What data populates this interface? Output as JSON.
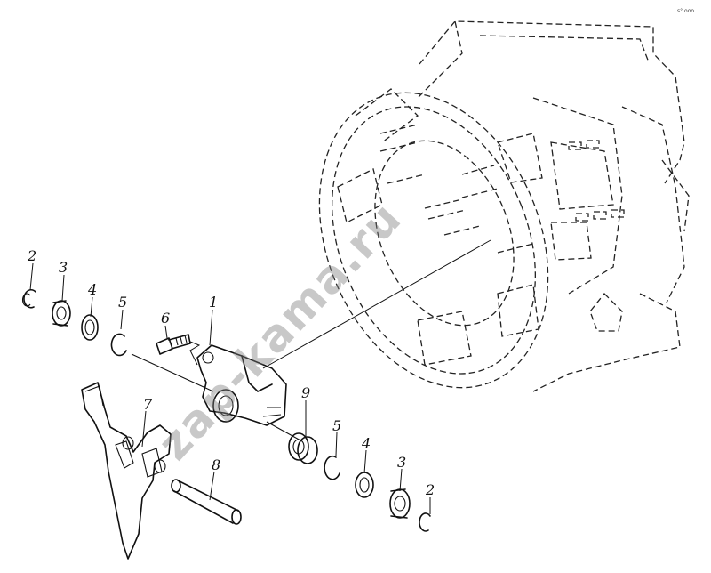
{
  "diagram": {
    "corner_mark": "s° ooo",
    "watermark": "zap-kama.ru",
    "callouts": [
      {
        "id": "c1",
        "text": "1"
      },
      {
        "id": "c2a",
        "text": "2"
      },
      {
        "id": "c2b",
        "text": "2"
      },
      {
        "id": "c3a",
        "text": "3"
      },
      {
        "id": "c3b",
        "text": "3"
      },
      {
        "id": "c4a",
        "text": "4"
      },
      {
        "id": "c4b",
        "text": "4"
      },
      {
        "id": "c5a",
        "text": "5"
      },
      {
        "id": "c5b",
        "text": "5"
      },
      {
        "id": "c6",
        "text": "6"
      },
      {
        "id": "c7",
        "text": "7"
      },
      {
        "id": "c8",
        "text": "8"
      },
      {
        "id": "c9",
        "text": "9"
      }
    ]
  },
  "colors": {
    "line": "#111111",
    "background": "#ffffff",
    "watermark": "#7d7d7d"
  }
}
